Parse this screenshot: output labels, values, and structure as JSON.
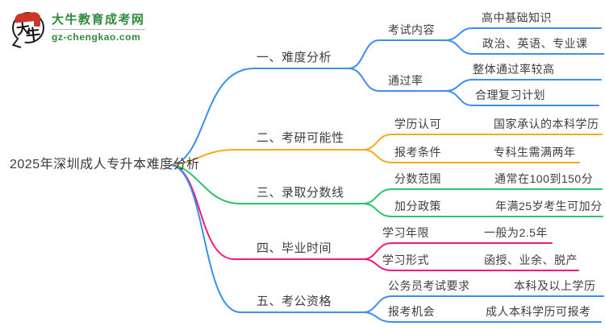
{
  "logo": {
    "icon_char_1": "大",
    "icon_char_2": "牛",
    "site_name": "大牛教育成考网",
    "site_domain": "gz-chengkao.com"
  },
  "colors": {
    "brand_green": "#2e8b3d",
    "brand_red": "#ce3526",
    "label_text": "#3e3e3e",
    "branch_blue": "#3d8ef2",
    "branch_orange": "#f6a91c",
    "branch_green": "#2bc46c",
    "branch_pink": "#f1197e"
  },
  "root": {
    "label": "2025年深圳成人专升本难度分析"
  },
  "branches": [
    {
      "label": "一、难度分析",
      "color": "#3d8ef2",
      "children": [
        {
          "label": "考试内容",
          "children": [
            {
              "label": "高中基础知识"
            },
            {
              "label": "政治、英语、专业课"
            }
          ]
        },
        {
          "label": "通过率",
          "children": [
            {
              "label": "整体通过率较高"
            },
            {
              "label": "合理复习计划"
            }
          ]
        }
      ]
    },
    {
      "label": "二、考研可能性",
      "color": "#f6a91c",
      "children": [
        {
          "label": "学历认可",
          "children": [
            {
              "label": "国家承认的本科学历"
            }
          ]
        },
        {
          "label": "报考条件",
          "children": [
            {
              "label": "专科生需满两年"
            }
          ]
        }
      ]
    },
    {
      "label": "三、录取分数线",
      "color": "#2bc46c",
      "children": [
        {
          "label": "分数范围",
          "children": [
            {
              "label": "通常在100到150分"
            }
          ]
        },
        {
          "label": "加分政策",
          "children": [
            {
              "label": "年满25岁考生可加分"
            }
          ]
        }
      ]
    },
    {
      "label": "四、毕业时间",
      "color": "#f1197e",
      "children": [
        {
          "label": "学习年限",
          "children": [
            {
              "label": "一般为2.5年"
            }
          ]
        },
        {
          "label": "学习形式",
          "children": [
            {
              "label": "函授、业余、脱产"
            }
          ]
        }
      ]
    },
    {
      "label": "五、考公资格",
      "color": "#3d8ef2",
      "children": [
        {
          "label": "公务员考试要求",
          "children": [
            {
              "label": "本科及以上学历"
            }
          ]
        },
        {
          "label": "报考机会",
          "children": [
            {
              "label": "成人本科学历可报考"
            }
          ]
        }
      ]
    }
  ]
}
